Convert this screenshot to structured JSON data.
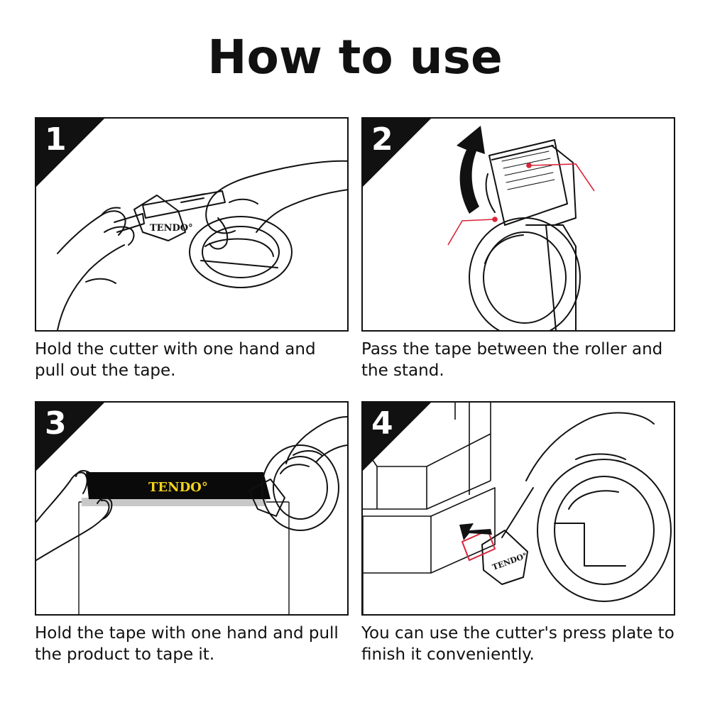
{
  "title": "How to use",
  "brand": "TENDO°",
  "steps": [
    {
      "number": "1",
      "caption": "Hold the cutter with one hand and pull out the tape."
    },
    {
      "number": "2",
      "caption": "Pass the tape between the roller and the stand."
    },
    {
      "number": "3",
      "caption": "Hold the tape with one hand and pull the product to tape it."
    },
    {
      "number": "4",
      "caption": "You can use the cutter's press plate to finish it conveniently."
    }
  ],
  "colors": {
    "ink": "#111111",
    "accent_red": "#d9253a",
    "brand_yellow": "#f3d21b",
    "tape_black": "#0a0a0a"
  }
}
